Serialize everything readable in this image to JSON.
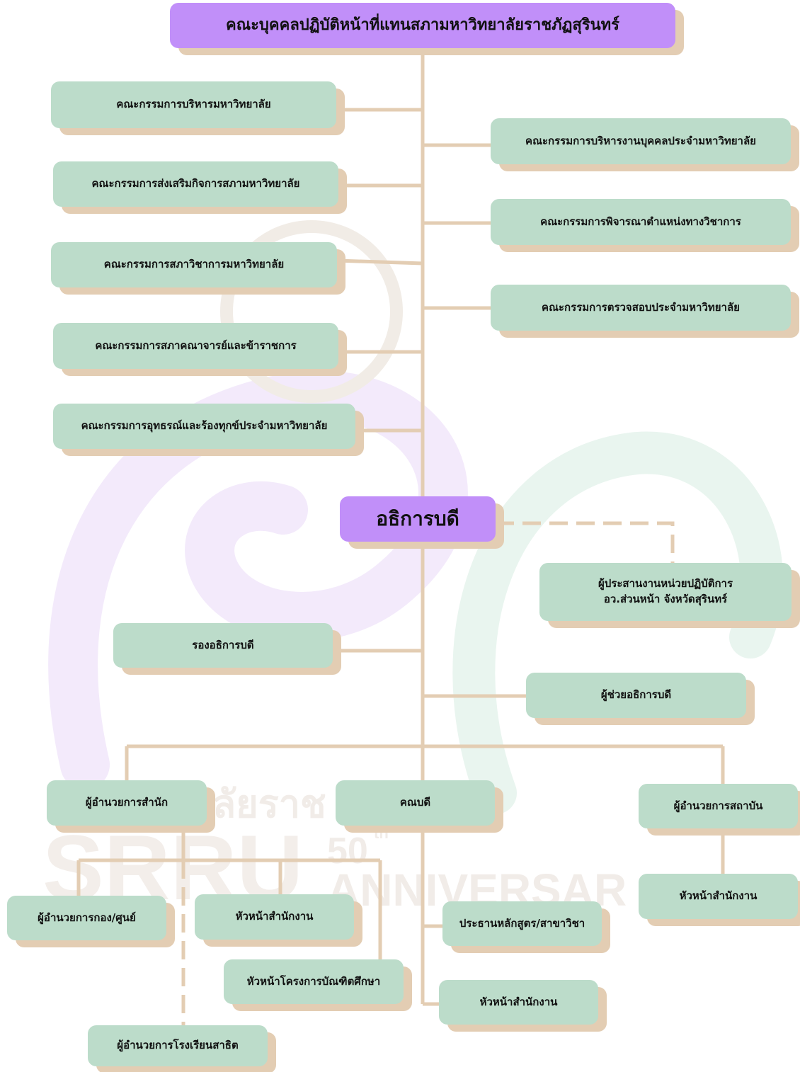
{
  "title": "คณะบุคคลปฏิบัติหน้าที่แทนสภามหาวิทยาลัยราชภัฏสุรินทร์",
  "left_committees": [
    "คณะกรรมการบริหารมหาวิทยาลัย",
    "คณะกรรมการส่งเสริมกิจการสภามหาวิทยาลัย",
    "คณะกรรมการสภาวิชาการมหาวิทยาลัย",
    "คณะกรรมการสภาคณาจารย์และข้าราชการ",
    "คณะกรรมการอุทธรณ์และร้องทุกข์ประจำมหาวิทยาลัย"
  ],
  "right_committees": [
    "คณะกรรมการบริหารงานบุคคลประจำมหาวิทยาลัย",
    "คณะกรรมการพิจารณาตำแหน่งทางวิชาการ",
    "คณะกรรมการตรวจสอบประจำมหาวิทยาลัย"
  ],
  "president": "อธิการบดี",
  "coordinator": "ผู้ประสานงานหน่วยปฏิบัติการ\nอว.ส่วนหน้า จังหวัดสุรินทร์",
  "vice_president": "รองอธิการบดี",
  "assistant_president": "ผู้ช่วยอธิการบดี",
  "office_director": "ผู้อำนวยการสำนัก",
  "dean": "คณบดี",
  "institute_director": "ผู้อำนวยการสถาบัน",
  "division_director": "ผู้อำนวยการกอง/ศูนย์",
  "office_head_1": "หัวหน้าสำนักงาน",
  "graduate_head": "หัวหน้าโครงการบัณฑิตศึกษา",
  "demo_school_director": "ผู้อำนวยการโรงเรียนสาธิต",
  "program_chair": "ประธานหลักสูตร/สาขาวิชา",
  "office_head_2": "หัวหน้าสำนักงาน",
  "office_head_3": "หัวหน้าสำนักงาน",
  "watermark": {
    "line1": "ลัยราช",
    "line2": "SRRU",
    "number": "50",
    "suffix": "th",
    "word": "ANNIVERSAR"
  },
  "colors": {
    "box": "#bcdcca",
    "box_purple": "#c18ff9",
    "shadow": "#e3cdb3",
    "line": "#e3cdb3",
    "text": "#111111"
  }
}
